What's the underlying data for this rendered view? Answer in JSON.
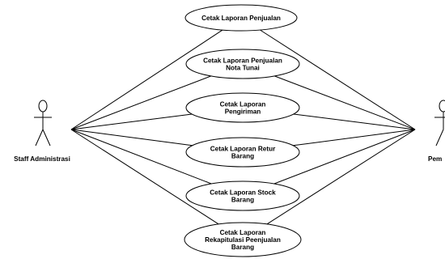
{
  "diagram": {
    "actors": [
      {
        "id": "staff",
        "name": "Staff Administrasi"
      },
      {
        "id": "pem",
        "name": "Pem"
      }
    ],
    "use_cases": [
      {
        "id": "uc1",
        "lines": [
          "Cetak Laporan Penjualan"
        ]
      },
      {
        "id": "uc2",
        "lines": [
          "Cetak Laporan Penjualan",
          "Nota Tunai"
        ]
      },
      {
        "id": "uc3",
        "lines": [
          "Cetak Laporan",
          "Pengiriman"
        ]
      },
      {
        "id": "uc4",
        "lines": [
          "Cetak Laporan Retur",
          "Barang"
        ]
      },
      {
        "id": "uc5",
        "lines": [
          "Cetak Laporan Stock",
          "Barang"
        ]
      },
      {
        "id": "uc6",
        "lines": [
          "Cetak Laporan",
          "Rekapitulasi Peenjualan",
          "Barang"
        ]
      }
    ],
    "associations": [
      [
        "staff",
        "uc1"
      ],
      [
        "staff",
        "uc2"
      ],
      [
        "staff",
        "uc3"
      ],
      [
        "staff",
        "uc4"
      ],
      [
        "staff",
        "uc5"
      ],
      [
        "staff",
        "uc6"
      ],
      [
        "pem",
        "uc1"
      ],
      [
        "pem",
        "uc2"
      ],
      [
        "pem",
        "uc3"
      ],
      [
        "pem",
        "uc4"
      ],
      [
        "pem",
        "uc5"
      ],
      [
        "pem",
        "uc6"
      ]
    ]
  }
}
